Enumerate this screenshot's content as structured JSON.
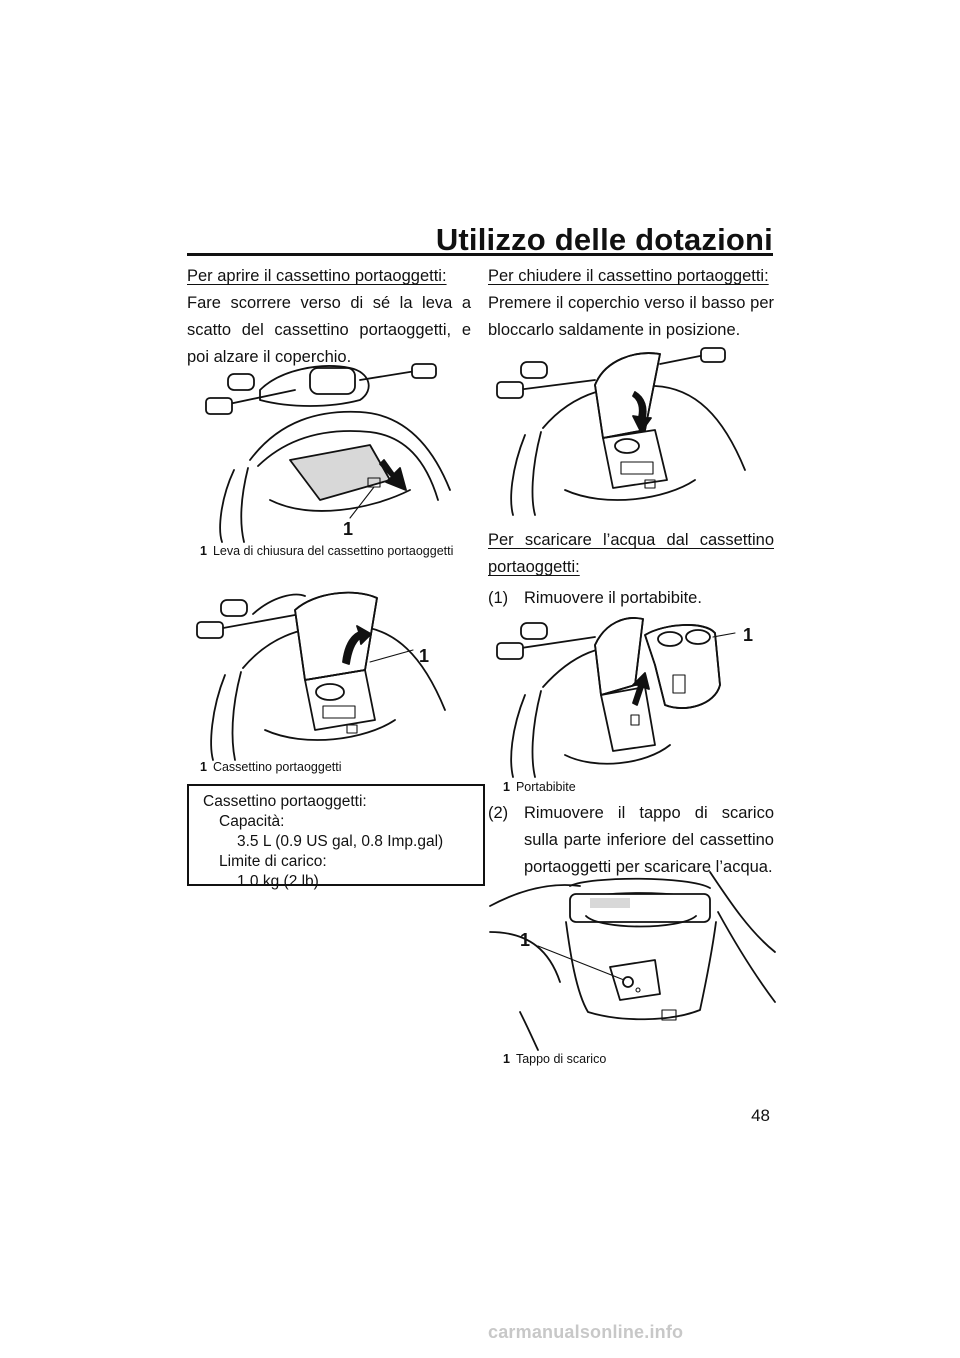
{
  "header": {
    "title": "Utilizzo delle dotazioni"
  },
  "page_number": "48",
  "left": {
    "open_heading": "Per aprire il cassettino portaoggetti:",
    "open_text": "Fare scorrere verso di sé la leva a scatto del cassettino portaoggetti, e poi alzare il coperchio.",
    "figure1": {
      "callout": "1",
      "caption_num": "1",
      "caption": "Leva di chiusura del cassettino portaoggetti"
    },
    "figure2": {
      "callout": "1",
      "caption_num": "1",
      "caption": "Cassettino portaoggetti"
    },
    "spec": {
      "title": "Cassettino portaoggetti:",
      "capacity_label": "Capacità:",
      "capacity_value": "3.5 L (0.9 US gal, 0.8 Imp.gal)",
      "load_label": "Limite di carico:",
      "load_value": "1.0 kg (2 lb)"
    }
  },
  "right": {
    "close_heading": "Per chiudere il cassettino portaoggetti:",
    "close_text": "Premere il coperchio verso il basso per bloccarlo saldamente in posizione.",
    "drain_heading": "Per scaricare l’acqua dal cassettino portaoggetti:",
    "step1_num": "(1)",
    "step1_text": "Rimuovere il portabibite.",
    "figure4": {
      "callout": "1",
      "caption_num": "1",
      "caption": "Portabibite"
    },
    "step2_num": "(2)",
    "step2_text": "Rimuovere il tappo di scarico sulla parte inferiore del cassettino portaoggetti per scaricare l’acqua.",
    "figure5": {
      "callout": "1",
      "caption_num": "1",
      "caption": "Tappo di scarico"
    }
  },
  "footer": {
    "watermark": "carmanualsonline.info"
  }
}
